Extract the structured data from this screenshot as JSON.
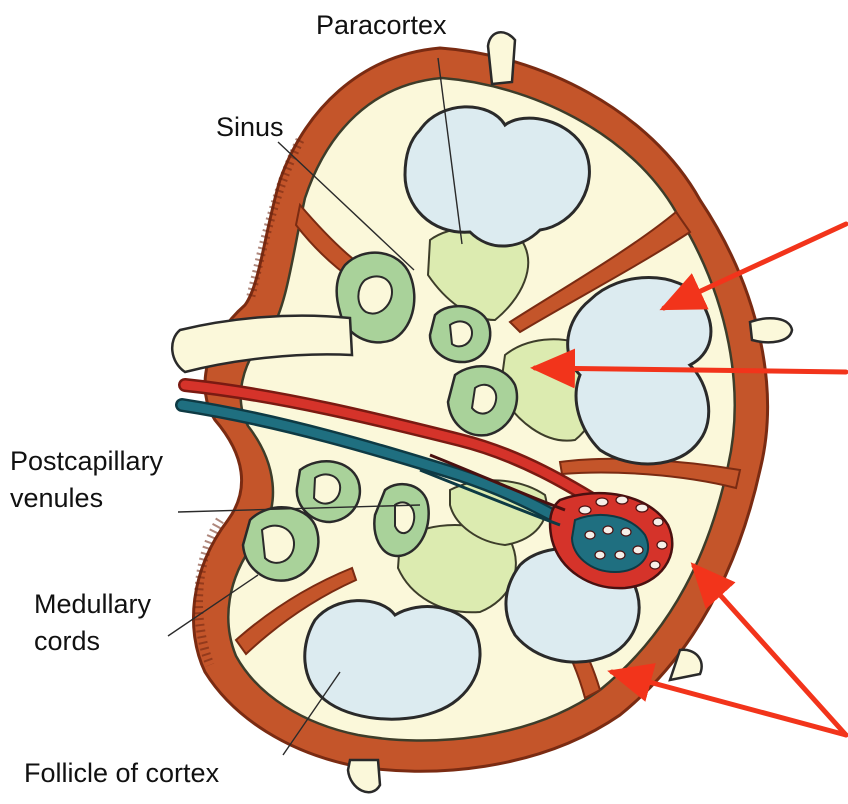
{
  "labels": {
    "paracortex": "Paracortex",
    "sinus": "Sinus",
    "postcapillary_line1": "Postcapillary",
    "postcapillary_line2": "venules",
    "medullary_line1": "Medullary",
    "medullary_line2": "cords",
    "follicle": "Follicle of cortex"
  },
  "colors": {
    "capsule": "#c4552a",
    "capsule_edge": "#7a2b12",
    "sinus_fill": "#fbf8da",
    "paracortex_fill": "#dcebb0",
    "follicle_fill": "#dcebf0",
    "medullary_fill": "#a9d29a",
    "artery": "#d5332a",
    "vein": "#1f6f80",
    "pointer_arrow": "#f2341b"
  }
}
